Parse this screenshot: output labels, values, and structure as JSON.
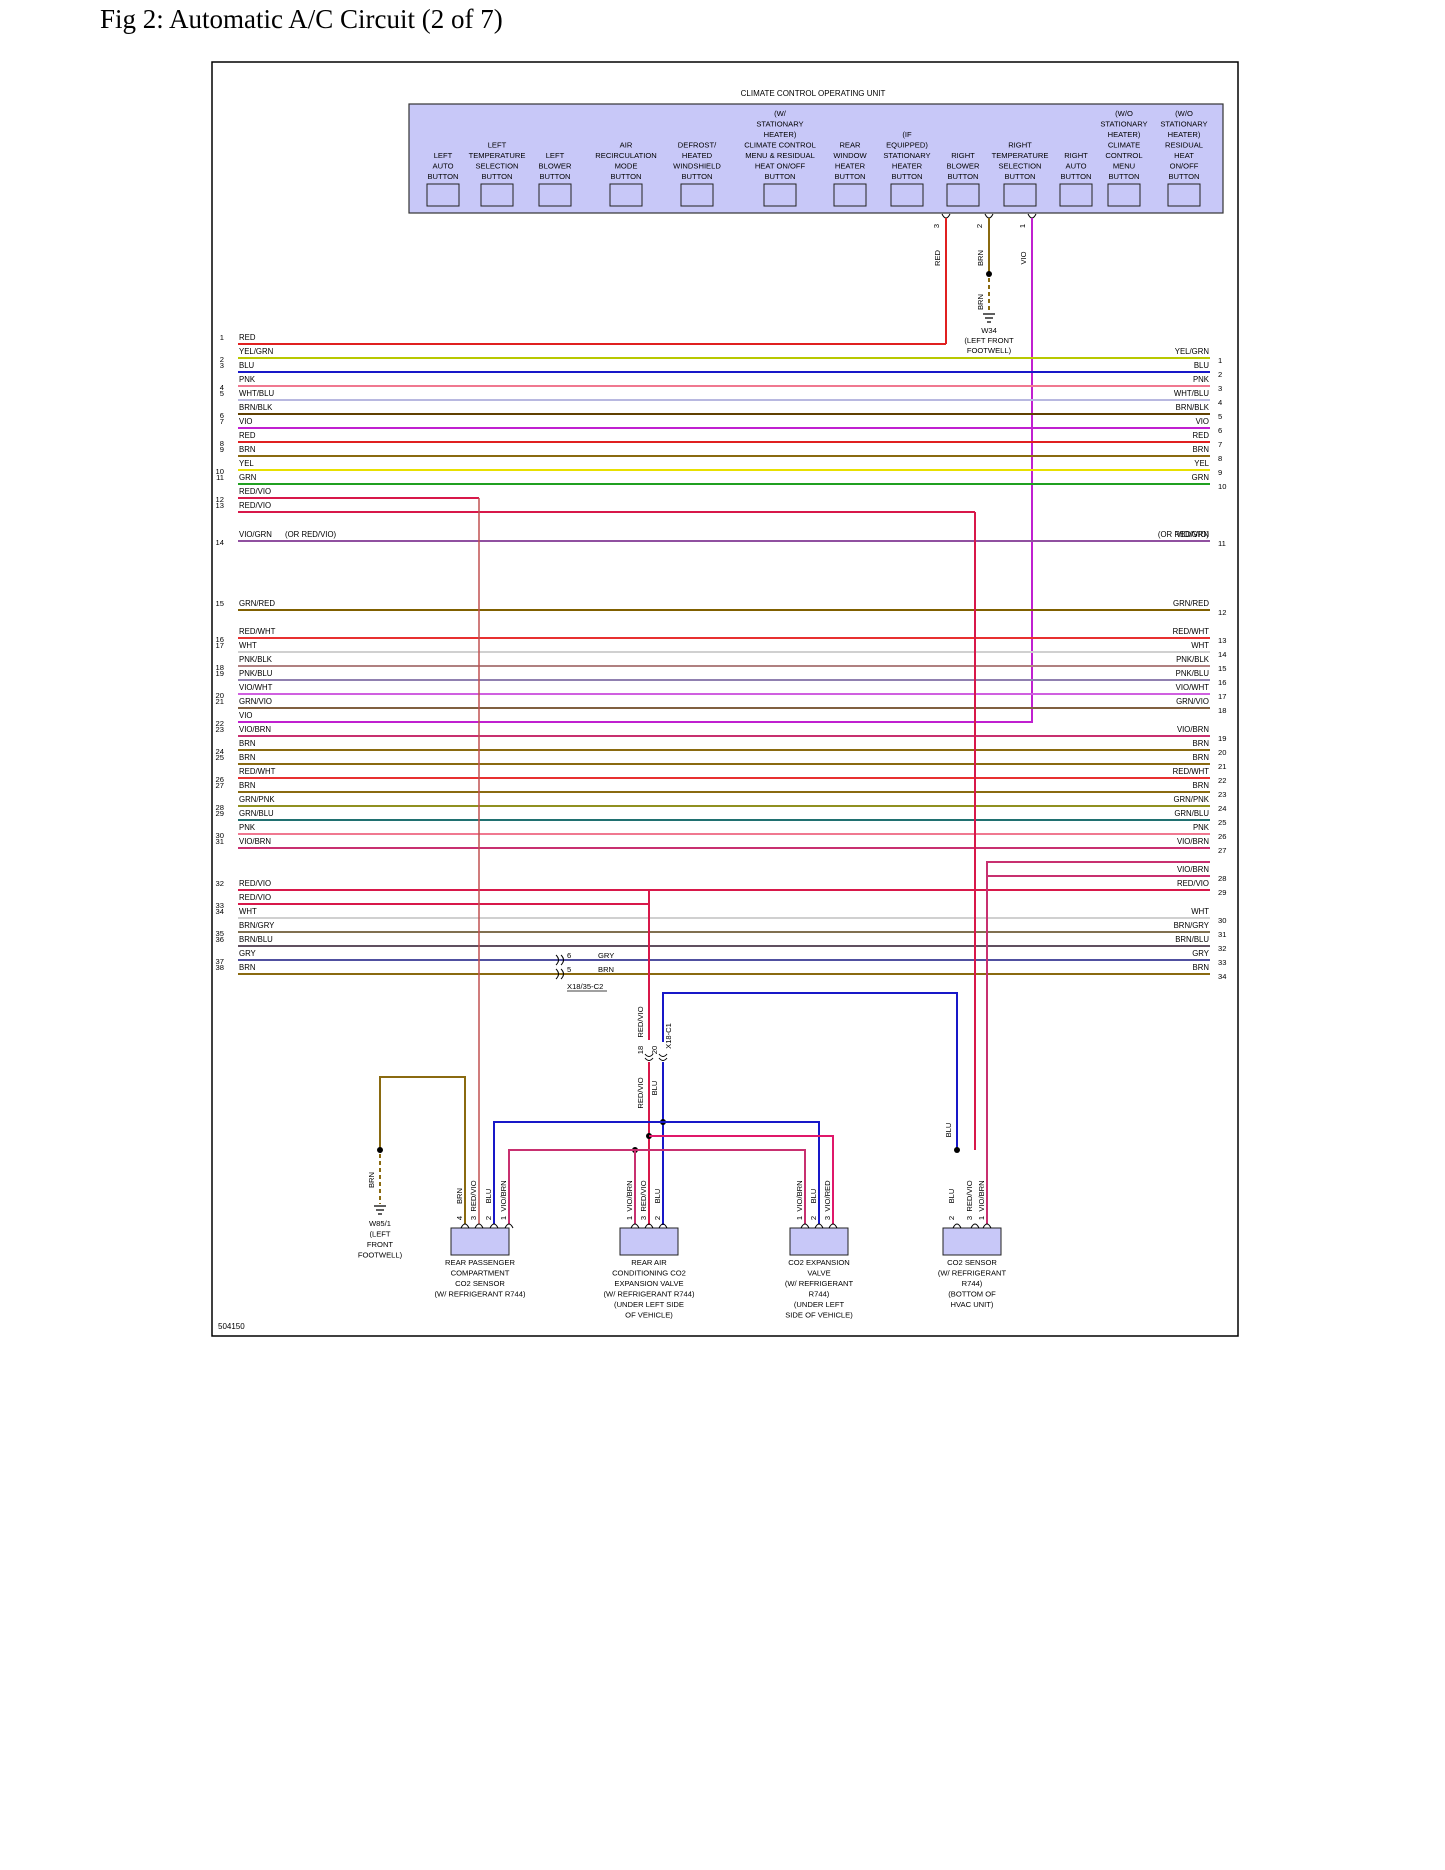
{
  "page_title": "Fig 2: Automatic A/C Circuit (2 of 7)",
  "figure_id": "504150",
  "unit_title": "CLIMATE CONTROL OPERATING UNIT",
  "unit_buttons": [
    [
      "LEFT",
      "AUTO",
      "BUTTON"
    ],
    [
      "LEFT",
      "TEMPERATURE",
      "SELECTION",
      "BUTTON"
    ],
    [
      "LEFT",
      "BLOWER",
      "BUTTON"
    ],
    [
      "AIR",
      "RECIRCULATION",
      "MODE",
      "BUTTON"
    ],
    [
      "DEFROST/",
      "HEATED",
      "WINDSHIELD",
      "BUTTON"
    ],
    [
      "(W/",
      "STATIONARY",
      "HEATER)",
      "CLIMATE CONTROL",
      "MENU & RESIDUAL",
      "HEAT ON/OFF",
      "BUTTON"
    ],
    [
      "REAR",
      "WINDOW",
      "HEATER",
      "BUTTON"
    ],
    [
      "(IF",
      "EQUIPPED)",
      "STATIONARY",
      "HEATER",
      "BUTTON"
    ],
    [
      "RIGHT",
      "BLOWER",
      "BUTTON"
    ],
    [
      "RIGHT",
      "TEMPERATURE",
      "SELECTION",
      "BUTTON"
    ],
    [
      "RIGHT",
      "AUTO",
      "BUTTON"
    ],
    [
      "(W/O",
      "STATIONARY",
      "HEATER)",
      "CLIMATE",
      "CONTROL",
      "MENU",
      "BUTTON"
    ],
    [
      "(W/O",
      "STATIONARY",
      "HEATER)",
      "RESIDUAL",
      "HEAT",
      "ON/OFF",
      "BUTTON"
    ]
  ],
  "unit_pins": [
    {
      "pin": "3",
      "color": "RED"
    },
    {
      "pin": "2",
      "color": "BRN"
    },
    {
      "pin": "1",
      "color": "VIO"
    }
  ],
  "ground_w34": {
    "wire": "BRN",
    "label": [
      "W34",
      "(LEFT FRONT",
      "FOOTWELL)"
    ]
  },
  "harness_rows": [
    {
      "ln": "1",
      "ll": "RED",
      "rn": "",
      "rl": ""
    },
    {
      "ln": "2",
      "ll": "YEL/GRN",
      "rn": "1",
      "rl": "YEL/GRN"
    },
    {
      "ln": "3",
      "ll": "BLU",
      "rn": "2",
      "rl": "BLU"
    },
    {
      "ln": "4",
      "ll": "PNK",
      "rn": "3",
      "rl": "PNK"
    },
    {
      "ln": "5",
      "ll": "WHT/BLU",
      "rn": "4",
      "rl": "WHT/BLU"
    },
    {
      "ln": "6",
      "ll": "BRN/BLK",
      "rn": "5",
      "rl": "BRN/BLK"
    },
    {
      "ln": "7",
      "ll": "VIO",
      "rn": "6",
      "rl": "VIO"
    },
    {
      "ln": "8",
      "ll": "RED",
      "rn": "7",
      "rl": "RED"
    },
    {
      "ln": "9",
      "ll": "BRN",
      "rn": "8",
      "rl": "BRN"
    },
    {
      "ln": "10",
      "ll": "YEL",
      "rn": "9",
      "rl": "YEL"
    },
    {
      "ln": "11",
      "ll": "GRN",
      "rn": "10",
      "rl": "GRN"
    },
    {
      "ln": "12",
      "ll": "RED/VIO",
      "rn": "",
      "rl": ""
    },
    {
      "ln": "13",
      "ll": "RED/VIO",
      "rn": "",
      "rl": ""
    },
    {
      "ln": "14",
      "ll": "VIO/GRN",
      "rn": "11",
      "rl": "VIO/GRN"
    },
    {
      "ln": "15",
      "ll": "GRN/RED",
      "rn": "12",
      "rl": "GRN/RED"
    },
    {
      "ln": "16",
      "ll": "RED/WHT",
      "rn": "13",
      "rl": "RED/WHT"
    },
    {
      "ln": "17",
      "ll": "WHT",
      "rn": "14",
      "rl": "WHT"
    },
    {
      "ln": "18",
      "ll": "PNK/BLK",
      "rn": "15",
      "rl": "PNK/BLK"
    },
    {
      "ln": "19",
      "ll": "PNK/BLU",
      "rn": "16",
      "rl": "PNK/BLU"
    },
    {
      "ln": "20",
      "ll": "VIO/WHT",
      "rn": "17",
      "rl": "VIO/WHT"
    },
    {
      "ln": "21",
      "ll": "GRN/VIO",
      "rn": "18",
      "rl": "GRN/VIO"
    },
    {
      "ln": "22",
      "ll": "VIO",
      "rn": "",
      "rl": ""
    },
    {
      "ln": "23",
      "ll": "VIO/BRN",
      "rn": "19",
      "rl": "VIO/BRN"
    },
    {
      "ln": "24",
      "ll": "BRN",
      "rn": "20",
      "rl": "BRN"
    },
    {
      "ln": "25",
      "ll": "BRN",
      "rn": "21",
      "rl": "BRN"
    },
    {
      "ln": "26",
      "ll": "RED/WHT",
      "rn": "22",
      "rl": "RED/WHT"
    },
    {
      "ln": "27",
      "ll": "BRN",
      "rn": "23",
      "rl": "BRN"
    },
    {
      "ln": "28",
      "ll": "GRN/PNK",
      "rn": "24",
      "rl": "GRN/PNK"
    },
    {
      "ln": "29",
      "ll": "GRN/BLU",
      "rn": "25",
      "rl": "GRN/BLU"
    },
    {
      "ln": "30",
      "ll": "PNK",
      "rn": "26",
      "rl": "PNK"
    },
    {
      "ln": "31",
      "ll": "VIO/BRN",
      "rn": "27",
      "rl": "VIO/BRN"
    },
    {
      "ln": "",
      "ll": "",
      "rn": "28",
      "rl": "VIO/BRN"
    },
    {
      "ln": "32",
      "ll": "RED/VIO",
      "rn": "29",
      "rl": "RED/VIO"
    },
    {
      "ln": "33",
      "ll": "RED/VIO",
      "rn": "",
      "rl": ""
    },
    {
      "ln": "34",
      "ll": "WHT",
      "rn": "30",
      "rl": "WHT"
    },
    {
      "ln": "35",
      "ll": "BRN/GRY",
      "rn": "31",
      "rl": "BRN/GRY"
    },
    {
      "ln": "36",
      "ll": "BRN/BLU",
      "rn": "32",
      "rl": "BRN/BLU"
    },
    {
      "ln": "37",
      "ll": "GRY",
      "rn": "33",
      "rl": "GRY"
    },
    {
      "ln": "38",
      "ll": "BRN",
      "rn": "34",
      "rl": "BRN"
    }
  ],
  "or_red_vio_note": "(OR RED/VIO)",
  "connector_x18_35": {
    "name": "X18/35-C2",
    "pins": [
      {
        "pin": "6",
        "color": "GRY"
      },
      {
        "pin": "5",
        "color": "BRN"
      }
    ]
  },
  "connector_x18_c1": {
    "name": "X18-C1",
    "pins": [
      {
        "pin": "18",
        "color": "RED/VIO"
      },
      {
        "pin": "20",
        "color": "BLU"
      }
    ]
  },
  "junction_labels": {
    "red_vio": "RED/VIO",
    "blu": "BLU",
    "blu_right": "BLU"
  },
  "ground_w85": {
    "wire": "BRN",
    "label": [
      "W85/1",
      "(LEFT",
      "FRONT",
      "FOOTWELL)"
    ]
  },
  "components": [
    {
      "name": [
        "REAR PASSENGER",
        "COMPARTMENT",
        "CO2 SENSOR",
        "(W/ REFRIGERANT R744)"
      ],
      "pins": [
        {
          "pin": "4",
          "color": "BRN"
        },
        {
          "pin": "3",
          "color": "RED/VIO"
        },
        {
          "pin": "2",
          "color": "BLU"
        },
        {
          "pin": "1",
          "color": "VIO/BRN"
        }
      ]
    },
    {
      "name": [
        "REAR AIR",
        "CONDITIONING CO2",
        "EXPANSION VALVE",
        "(W/ REFRIGERANT R744)",
        "(UNDER LEFT SIDE",
        "OF VEHICLE)"
      ],
      "pins": [
        {
          "pin": "1",
          "color": "VIO/BRN"
        },
        {
          "pin": "3",
          "color": "RED/VIO"
        },
        {
          "pin": "2",
          "color": "BLU"
        }
      ]
    },
    {
      "name": [
        "CO2 EXPANSION",
        "VALVE",
        "(W/ REFRIGERANT",
        "R744)",
        "(UNDER LEFT",
        "SIDE OF VEHICLE)"
      ],
      "pins": [
        {
          "pin": "1",
          "color": "VIO/BRN"
        },
        {
          "pin": "2",
          "color": "BLU"
        },
        {
          "pin": "3",
          "color": "VIO/RED"
        }
      ]
    },
    {
      "name": [
        "CO2 SENSOR",
        "(W/ REFRIGERANT",
        "R744)",
        "(BOTTOM OF",
        "HVAC UNIT)"
      ],
      "pins": [
        {
          "pin": "2",
          "color": "BLU"
        },
        {
          "pin": "3",
          "color": "RED/VIO"
        },
        {
          "pin": "1",
          "color": "VIO/BRN"
        }
      ]
    }
  ]
}
